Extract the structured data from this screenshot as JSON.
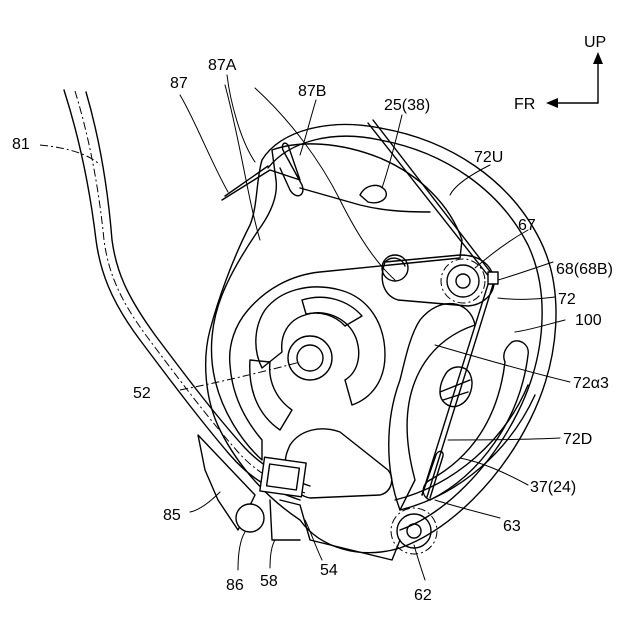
{
  "direction": {
    "up": "UP",
    "front": "FR"
  },
  "labels": {
    "l81": "81",
    "l87": "87",
    "l87a": "87A",
    "l87b": "87B",
    "l25": "25(38)",
    "l72u": "72U",
    "l67": "67",
    "l68": "68(68B)",
    "l72": "72",
    "l100": "100",
    "l52": "52",
    "l72a3": "72α3",
    "l72d": "72D",
    "l37": "37(24)",
    "l85": "85",
    "l63": "63",
    "l86": "86",
    "l58": "58",
    "l54": "54",
    "l62": "62"
  }
}
